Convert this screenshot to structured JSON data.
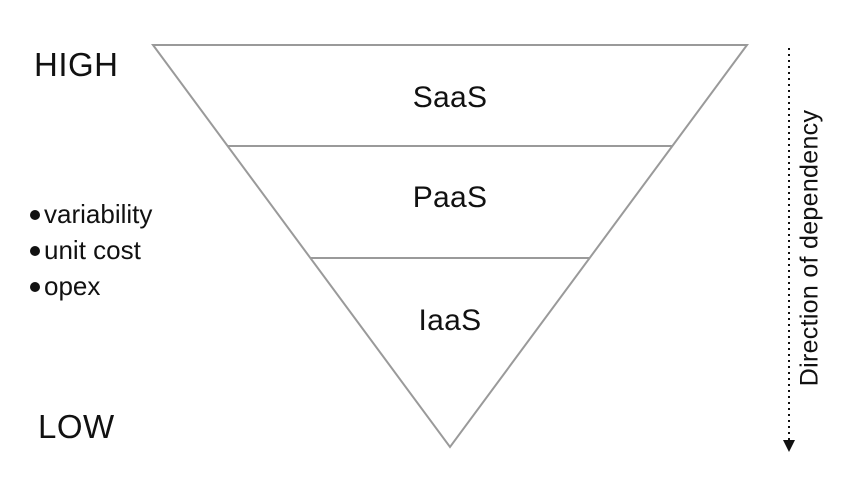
{
  "levels": {
    "high": "HIGH",
    "low": "LOW"
  },
  "bullets": [
    "variability",
    "unit cost",
    "opex"
  ],
  "layers": {
    "top": "SaaS",
    "middle": "PaaS",
    "bottom": "IaaS"
  },
  "arrow": {
    "label": "Direction of dependency"
  },
  "colors": {
    "outline": "#9a9a9a",
    "text": "#111111",
    "arrow": "#111111"
  }
}
